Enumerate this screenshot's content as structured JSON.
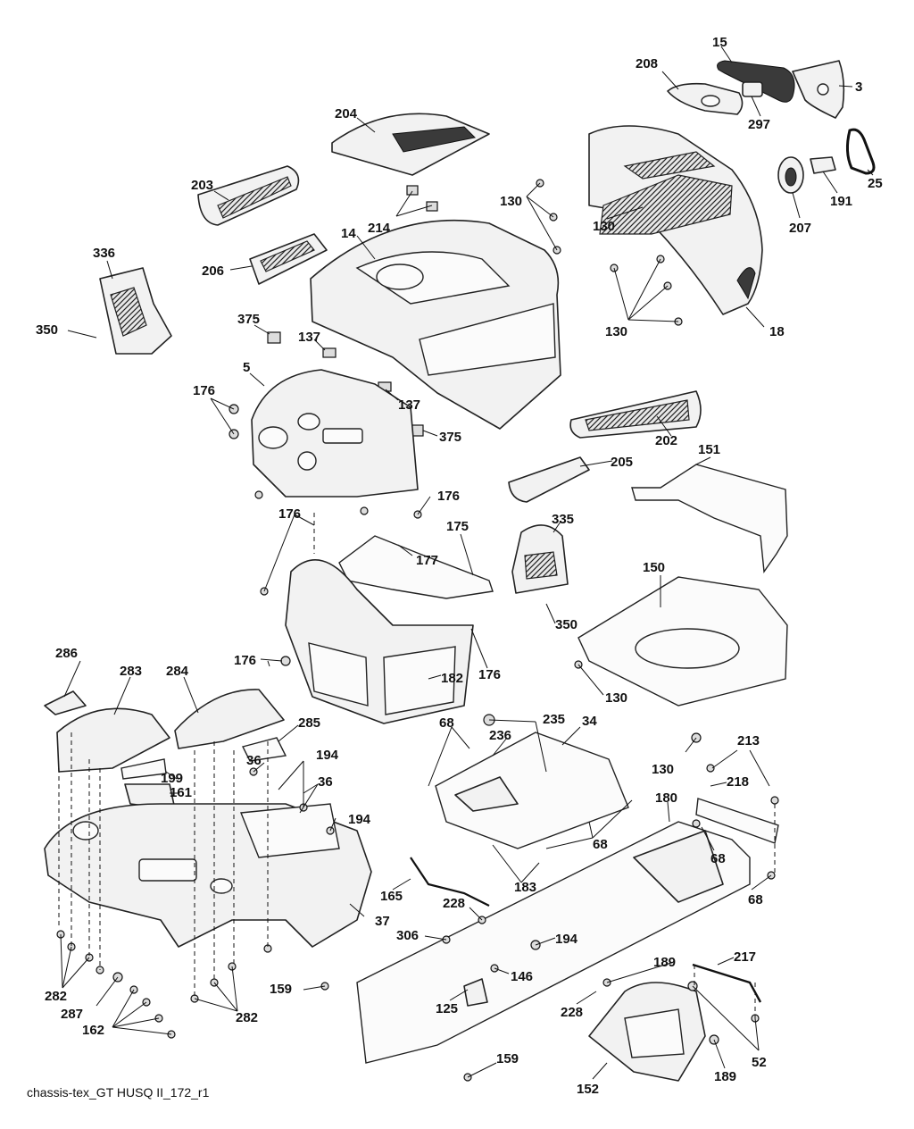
{
  "caption": "chassis-tex_GT HUSQ II_172_r1",
  "labels": {
    "l15": "15",
    "l208": "208",
    "l3": "3",
    "l297": "297",
    "l25": "25",
    "l191": "191",
    "l207": "207",
    "l204": "204",
    "l130a": "130",
    "l130b": "130",
    "l130c": "130",
    "l18": "18",
    "l203": "203",
    "l214": "214",
    "l14": "14",
    "l336": "336",
    "l206": "206",
    "l350a": "350",
    "l375a": "375",
    "l137a": "137",
    "l5": "5",
    "l137b": "137",
    "l176a": "176",
    "l375b": "375",
    "l202": "202",
    "l205": "205",
    "l151": "151",
    "l176b": "176",
    "l176c": "176",
    "l175": "175",
    "l177": "177",
    "l335": "335",
    "l150": "150",
    "l350b": "350",
    "l176d": "176",
    "l176e": "176",
    "l130d": "130",
    "l286": "286",
    "l283": "283",
    "l284": "284",
    "l285": "285",
    "l182": "182",
    "l68a": "68",
    "l235": "235",
    "l236": "236",
    "l34": "34",
    "l36a": "36",
    "l194a": "194",
    "l199": "199",
    "l161": "161",
    "l36b": "36",
    "l130e": "130",
    "l213": "213",
    "l194b": "194",
    "l218": "218",
    "l180": "180",
    "l68b": "68",
    "l68c": "68",
    "l68d": "68",
    "l165": "165",
    "l183": "183",
    "l37": "37",
    "l228a": "228",
    "l306": "306",
    "l194c": "194",
    "l282a": "282",
    "l146": "146",
    "l189a": "189",
    "l217": "217",
    "l287": "287",
    "l159a": "159",
    "l125": "125",
    "l228b": "228",
    "l282b": "282",
    "l162": "162",
    "l52": "52",
    "l159b": "159",
    "l189b": "189",
    "l152": "152"
  }
}
